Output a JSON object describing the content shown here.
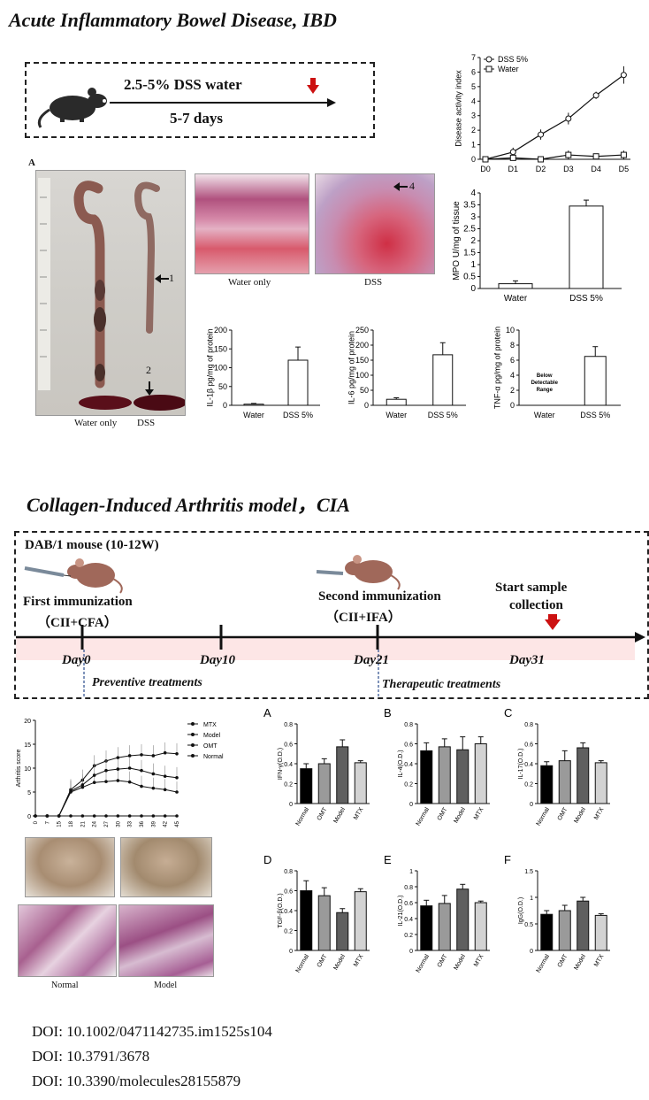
{
  "section1": {
    "title": "Acute Inflammatory Bowel Disease, IBD",
    "protocol": {
      "treatment": "2.5-5% DSS water",
      "duration": "5-7 days"
    },
    "panel_label": "A",
    "colon_photo": {
      "left_label": "Water only",
      "right_label": "DSS",
      "arrow1": "1",
      "arrow2": "2"
    },
    "histology": {
      "left_label": "Water only",
      "right_label": "DSS",
      "arrow4": "4"
    }
  },
  "section2": {
    "title": "Collagen-Induced Arthritis model，CIA",
    "mouse_strain": "DAB/1 mouse (10-12W)",
    "first_immunization": "First immunization",
    "first_reagents": "（CII+CFA）",
    "second_immunization": "Second immunization",
    "second_reagents": "（CII+IFA）",
    "start_sample": "Start sample",
    "collection": "collection",
    "days": [
      "Day0",
      "Day10",
      "Day21",
      "Day31"
    ],
    "preventive": "Preventive treatments",
    "therapeutic": "Therapeutic treatments",
    "histology_labels": {
      "normal": "Normal",
      "model": "Model"
    }
  },
  "dois": [
    "DOI: 10.1002/0471142735.im1525s104",
    "DOI: 10.3791/3678",
    "DOI: 10.3390/molecules28155879"
  ],
  "chart_data": [
    {
      "type": "line",
      "ylabel": "Disease activity index",
      "categories": [
        "D0",
        "D1",
        "D2",
        "D3",
        "D4",
        "D5"
      ],
      "ylim": [
        0,
        7
      ],
      "yticks": [
        0,
        1,
        2,
        3,
        4,
        5,
        6,
        7
      ],
      "legend": "top-left",
      "series": [
        {
          "name": "DSS 5%",
          "marker": "circle",
          "values": [
            0,
            0.5,
            1.7,
            2.8,
            4.4,
            5.8
          ],
          "err": [
            0.1,
            0.3,
            0.35,
            0.4,
            0.25,
            0.6
          ]
        },
        {
          "name": "Water",
          "marker": "square",
          "values": [
            0,
            0.1,
            0,
            0.3,
            0.2,
            0.3
          ],
          "err": [
            0,
            0.1,
            0.1,
            0.3,
            0.1,
            0.3
          ]
        }
      ]
    },
    {
      "type": "bar",
      "ylabel": "MPO U/mg of tissue",
      "categories": [
        "Water",
        "DSS 5%"
      ],
      "values": [
        0.2,
        3.45
      ],
      "err": [
        0.12,
        0.25
      ],
      "ylim": [
        0,
        4
      ],
      "yticks": [
        0,
        0.5,
        1,
        1.5,
        2,
        2.5,
        3,
        3.5,
        4
      ]
    },
    {
      "type": "bar",
      "ylabel": "IL-1β pg/mg of protein",
      "categories": [
        "Water",
        "DSS 5%"
      ],
      "values": [
        3,
        120
      ],
      "err": [
        2,
        35
      ],
      "ylim": [
        0,
        200
      ],
      "yticks": [
        0,
        50,
        100,
        150,
        200
      ]
    },
    {
      "type": "bar",
      "ylabel": "IL-6 pg/mg of protein",
      "categories": [
        "Water",
        "DSS 5%"
      ],
      "values": [
        20,
        168
      ],
      "err": [
        5,
        40
      ],
      "ylim": [
        0,
        250
      ],
      "yticks": [
        0,
        50,
        100,
        150,
        200,
        250
      ]
    },
    {
      "type": "bar",
      "ylabel": "TNF-α pg/mg of protein",
      "categories": [
        "Water",
        "DSS 5%"
      ],
      "values": [
        0,
        6.5
      ],
      "err": [
        0,
        1.3
      ],
      "ylim": [
        0,
        10
      ],
      "yticks": [
        0,
        2,
        4,
        6,
        8,
        10
      ],
      "annotation": [
        "Below",
        "Detectable",
        "Range"
      ]
    },
    {
      "type": "line",
      "ylabel": "Arthritis score",
      "x": [
        0,
        7,
        15,
        18,
        21,
        24,
        27,
        30,
        33,
        36,
        39,
        42,
        45
      ],
      "ylim": [
        0,
        20
      ],
      "yticks": [
        0,
        5,
        10,
        15,
        20
      ],
      "legend": "top-right",
      "series": [
        {
          "name": "MTX",
          "values": [
            0,
            0,
            0,
            5,
            6,
            7,
            7.2,
            7.4,
            7.1,
            6.2,
            5.8,
            5.5,
            5.0
          ]
        },
        {
          "name": "Model",
          "values": [
            0,
            0,
            0,
            5.5,
            7.5,
            10.5,
            11.5,
            12.2,
            12.6,
            12.8,
            12.6,
            13.2,
            13.0
          ]
        },
        {
          "name": "OMT",
          "values": [
            0,
            0,
            0,
            5.2,
            6.5,
            8.5,
            9.5,
            9.8,
            10,
            9.5,
            8.8,
            8.3,
            8.0
          ]
        },
        {
          "name": "Normal",
          "values": [
            0,
            0,
            0,
            0,
            0,
            0,
            0,
            0,
            0,
            0,
            0,
            0,
            0
          ]
        }
      ]
    },
    {
      "type": "bar",
      "panel": "A",
      "ylabel": "IFN-γ(O.D.)",
      "categories": [
        "Normal",
        "OMT",
        "Model",
        "MTX"
      ],
      "values": [
        0.35,
        0.4,
        0.57,
        0.41
      ],
      "err": [
        0.05,
        0.05,
        0.07,
        0.02
      ],
      "ylim": [
        0,
        0.8
      ],
      "yticks": [
        0,
        0.2,
        0.4,
        0.6,
        0.8
      ]
    },
    {
      "type": "bar",
      "panel": "B",
      "ylabel": "IL-4(O.D.)",
      "categories": [
        "Normal",
        "OMT",
        "Model",
        "MTX"
      ],
      "values": [
        0.53,
        0.57,
        0.54,
        0.6
      ],
      "err": [
        0.08,
        0.08,
        0.13,
        0.07
      ],
      "ylim": [
        0,
        0.8
      ],
      "yticks": [
        0,
        0.2,
        0.4,
        0.6,
        0.8
      ]
    },
    {
      "type": "bar",
      "panel": "C",
      "ylabel": "IL-17(O.D.)",
      "categories": [
        "Normal",
        "OMT",
        "Model",
        "MTX"
      ],
      "values": [
        0.38,
        0.43,
        0.56,
        0.41
      ],
      "err": [
        0.04,
        0.1,
        0.05,
        0.02
      ],
      "ylim": [
        0,
        0.8
      ],
      "yticks": [
        0,
        0.2,
        0.4,
        0.6,
        0.8
      ]
    },
    {
      "type": "bar",
      "panel": "D",
      "ylabel": "TGF-β(O.D.)",
      "categories": [
        "Normal",
        "OMT",
        "Model",
        "MTX"
      ],
      "values": [
        0.6,
        0.55,
        0.38,
        0.59
      ],
      "err": [
        0.1,
        0.08,
        0.04,
        0.03
      ],
      "ylim": [
        0,
        0.8
      ],
      "yticks": [
        0,
        0.2,
        0.4,
        0.6,
        0.8
      ]
    },
    {
      "type": "bar",
      "panel": "E",
      "ylabel": "IL-21(O.D.)",
      "categories": [
        "Normal",
        "OMT",
        "Model",
        "MTX"
      ],
      "values": [
        0.56,
        0.59,
        0.77,
        0.6
      ],
      "err": [
        0.07,
        0.1,
        0.06,
        0.02
      ],
      "ylim": [
        0,
        1.0
      ],
      "yticks": [
        0,
        0.2,
        0.4,
        0.6,
        0.8,
        1.0
      ]
    },
    {
      "type": "bar",
      "panel": "F",
      "ylabel": "IgG(O.D.)",
      "categories": [
        "Normal",
        "OMT",
        "Model",
        "MTX"
      ],
      "values": [
        0.68,
        0.75,
        0.93,
        0.66
      ],
      "err": [
        0.07,
        0.1,
        0.07,
        0.03
      ],
      "ylim": [
        0,
        1.5
      ],
      "yticks": [
        0,
        0.5,
        1.0,
        1.5
      ]
    }
  ]
}
